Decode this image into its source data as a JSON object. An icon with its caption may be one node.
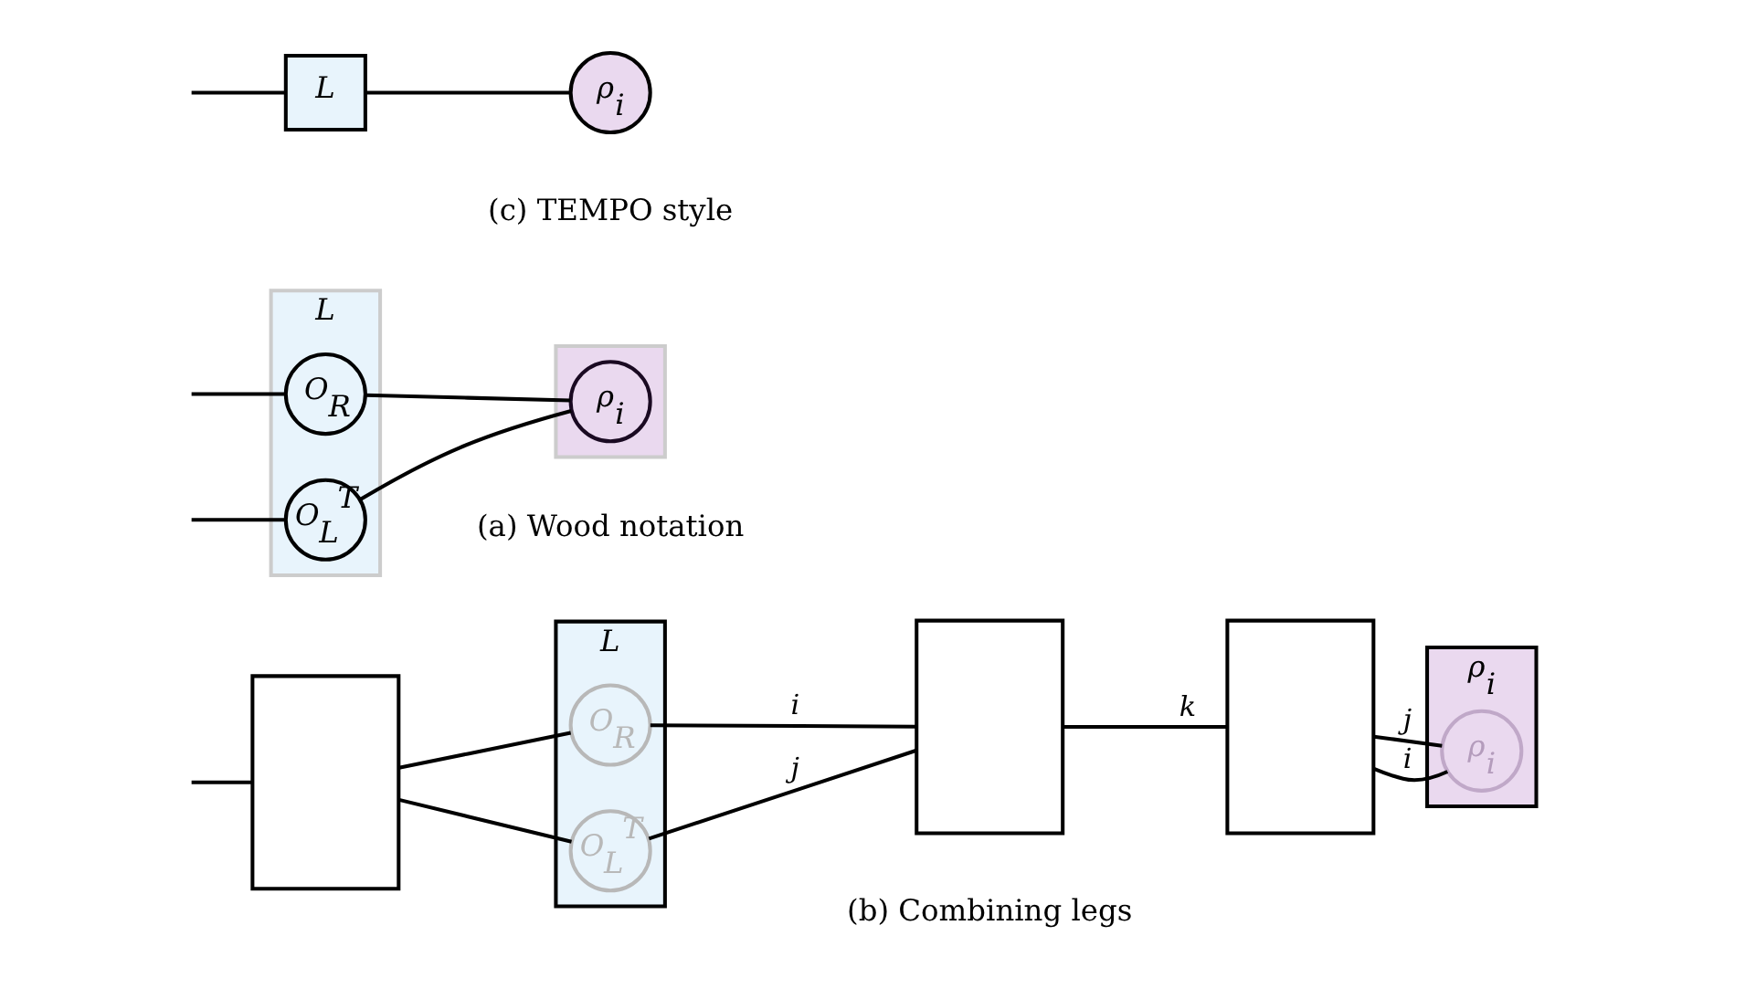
{
  "diagram": {
    "nodes": [
      {
        "text": [],
        "shape": "box"
      },
      {
        "text": [
          "L"
        ]
      },
      {
        "text": [
          "O$_{R}$"
        ],
        "in": 1
      },
      {
        "text": [
          "O$_{L}$$^{T}$"
        ],
        "in": 1
      },
      {
        "text": [],
        "shape": "box"
      },
      {
        "text": [],
        "shape": "box"
      },
      {
        "text": [
          "ρ$_{i}$"
        ]
      },
      {
        "text": [
          "ρ$_{i}$"
        ],
        "in": 6
      },
      {
        "text": [
          "L"
        ]
      },
      {
        "text": [
          "O$_{R}$"
        ],
        "in": 8
      },
      {
        "text": [
          "O$_{L}$$^{T}$"
        ],
        "in": 8
      },
      {
        "text": [],
        "shape": "box"
      },
      {
        "text": [
          "ρ$_{i}$"
        ],
        "in": 11
      },
      {
        "text": [
          "L"
        ]
      },
      {
        "text": [
          "ρ$_{i}$"
        ]
      }
    ],
    "edges": [
      {
        "from": null,
        "to": 0,
        "arrow": "none"
      },
      {
        "from": 0,
        "to": 2,
        "arrow": "none"
      },
      {
        "from": 0,
        "to": 3,
        "arrow": "none"
      },
      {
        "from": 2,
        "to": 4,
        "arrow": "none",
        "label": "i"
      },
      {
        "from": 3,
        "to": 4,
        "arrow": "none",
        "label": "j"
      },
      {
        "from": 4,
        "to": 5,
        "arrow": "none",
        "label": "k"
      },
      {
        "from": 5,
        "to": 7,
        "arrow": "none",
        "label": "i"
      },
      {
        "from": 5,
        "to": 7,
        "arrow": "none",
        "label": "j"
      },
      {
        "from": null,
        "to": 9,
        "arrow": "none"
      },
      {
        "from": null,
        "to": 10,
        "arrow": "none"
      },
      {
        "from": 9,
        "to": 12,
        "arrow": "none"
      },
      {
        "from": 10,
        "to": 12,
        "arrow": "none"
      },
      {
        "from": null,
        "to": 13,
        "arrow": "none"
      },
      {
        "from": 13,
        "to": 14,
        "arrow": "none"
      }
    ],
    "labels": [
      "(b) Combining legs",
      "(a) Wood notation",
      "(c) TEMPO style"
    ]
  }
}
